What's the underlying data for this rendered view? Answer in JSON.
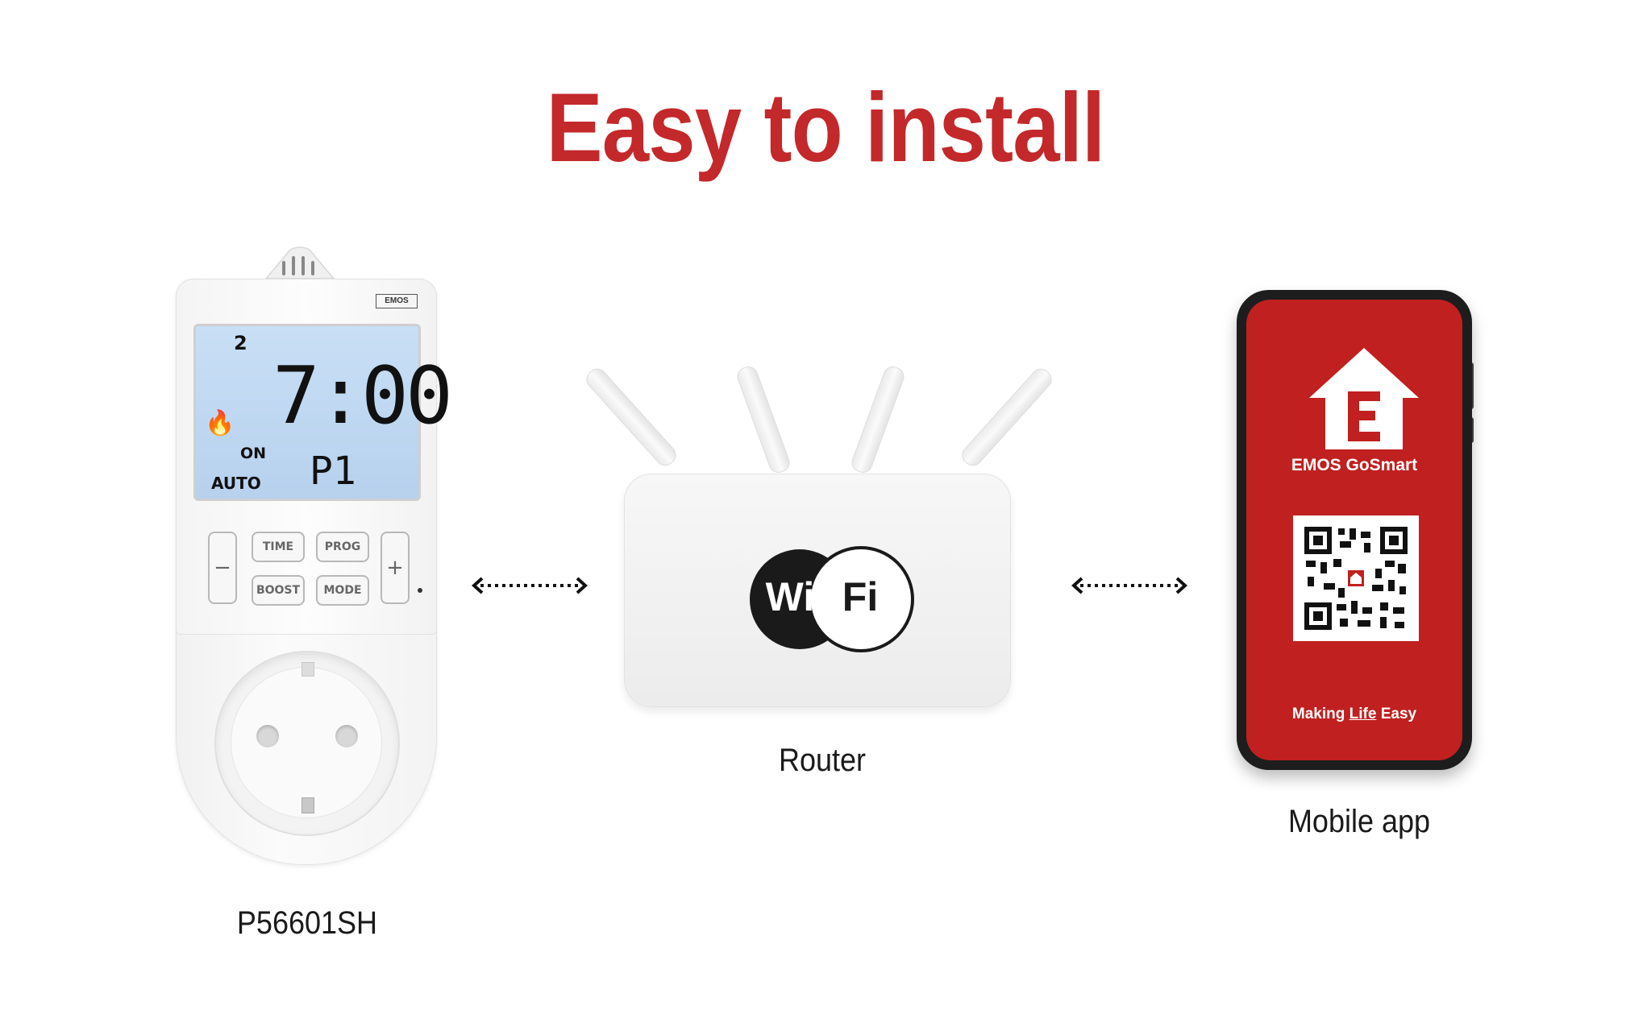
{
  "title": "Easy to install",
  "devices": {
    "thermostat": {
      "caption": "P56601SH",
      "brand": "EMOS",
      "display": {
        "program_number": "2",
        "time": "7:00",
        "state": "ON",
        "program": "P1",
        "mode": "AUTO"
      },
      "buttons": {
        "minus": "−",
        "time": "TIME",
        "prog": "PROG",
        "plus": "+",
        "boost": "BOOST",
        "mode": "MODE"
      }
    },
    "router": {
      "caption": "Router",
      "wifi_left": "Wi",
      "wifi_right": "Fi"
    },
    "phone": {
      "caption": "Mobile app",
      "app_name": "EMOS GoSmart",
      "tagline_part1": "Making ",
      "tagline_part2": "Life",
      "tagline_part3": " Easy",
      "screen_color": "#c0201f"
    }
  },
  "accent_color": "#c3282b"
}
